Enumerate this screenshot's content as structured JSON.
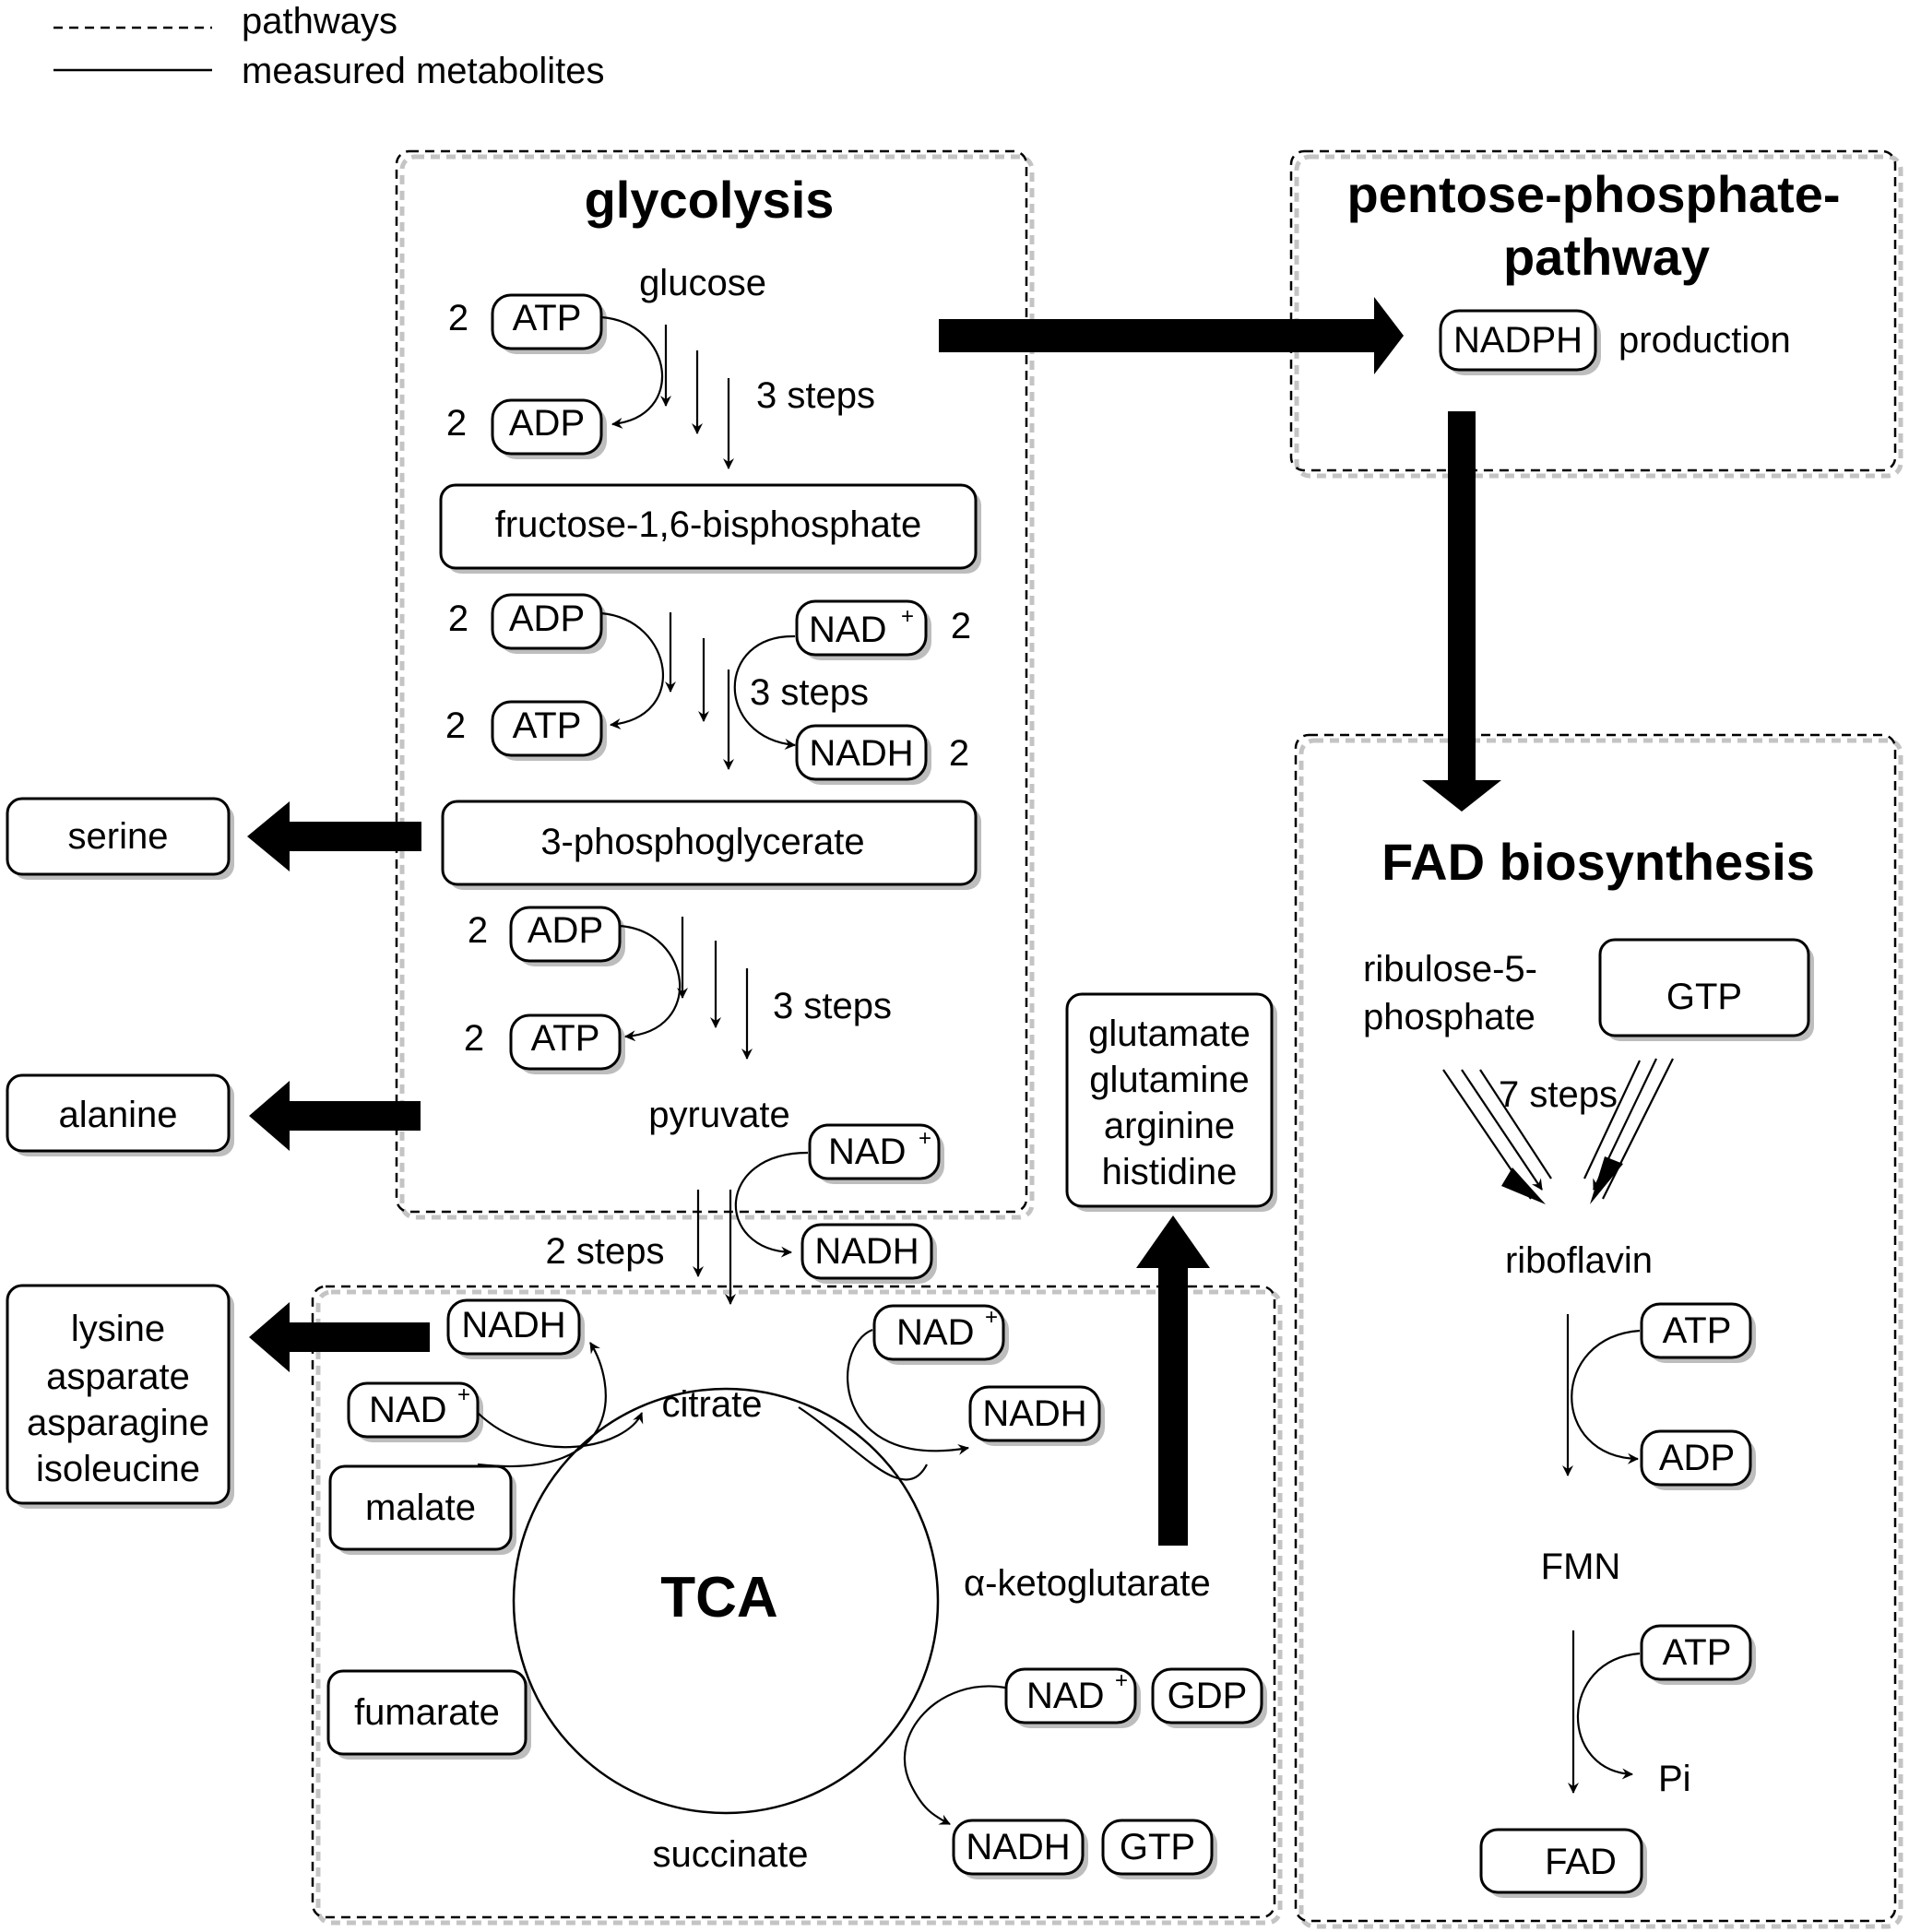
{
  "legend": {
    "dashed_label": "pathways",
    "solid_label": "measured metabolites"
  },
  "glycolysis": {
    "title": "glycolysis",
    "glucose": "glucose",
    "atp1": "ATP",
    "adp1": "ADP",
    "coef_atp1": "2",
    "coef_adp1": "2",
    "steps1": "3 steps",
    "fbp": "fructose-1,6-bisphosphate",
    "adp2": "ADP",
    "atp2": "ATP",
    "coef_adp2": "2",
    "coef_atp2": "2",
    "nad2": "NAD",
    "nad2_sup": "+",
    "nadh2": "NADH",
    "coef_nad2": "2",
    "coef_nadh2": "2",
    "steps2": "3 steps",
    "pg": "3-phosphoglycerate",
    "adp3": "ADP",
    "atp3": "ATP",
    "coef_adp3": "2",
    "coef_atp3": "2",
    "steps3": "3 steps",
    "pyruvate": "pyruvate"
  },
  "pyruvate_to_tca": {
    "nad": "NAD",
    "nad_sup": "+",
    "nadh": "NADH",
    "steps": "2 steps"
  },
  "ppp": {
    "title_line1": "pentose-phosphate-",
    "title_line2": "pathway",
    "nadph": "NADPH",
    "production": "production"
  },
  "fad": {
    "title": "FAD biosynthesis",
    "ribulose_line1": "ribulose-5-",
    "ribulose_line2": "phosphate",
    "gtp": "GTP",
    "steps": "7 steps",
    "riboflavin": "riboflavin",
    "atp1": "ATP",
    "adp": "ADP",
    "fmn": "FMN",
    "atp2": "ATP",
    "pi": "Pi",
    "fad_box": "FAD"
  },
  "amino": {
    "serine": "serine",
    "alanine": "alanine",
    "group1": [
      "lysine",
      "asparate",
      "asparagine",
      "isoleucine"
    ],
    "group2": [
      "glutamate",
      "glutamine",
      "arginine",
      "histidine"
    ]
  },
  "tca": {
    "title": "TCA",
    "citrate": "citrate",
    "nadh_left": "NADH",
    "nad_left": "NAD",
    "nad_left_sup": "+",
    "nad_right": "NAD",
    "nad_right_sup": "+",
    "nadh_right": "NADH",
    "malate": "malate",
    "akg": "α-ketoglutarate",
    "fumarate": "fumarate",
    "nad_lower": "NAD",
    "nad_lower_sup": "+",
    "gdp": "GDP",
    "succinate": "succinate",
    "nadh_lower": "NADH",
    "gtp": "GTP"
  }
}
